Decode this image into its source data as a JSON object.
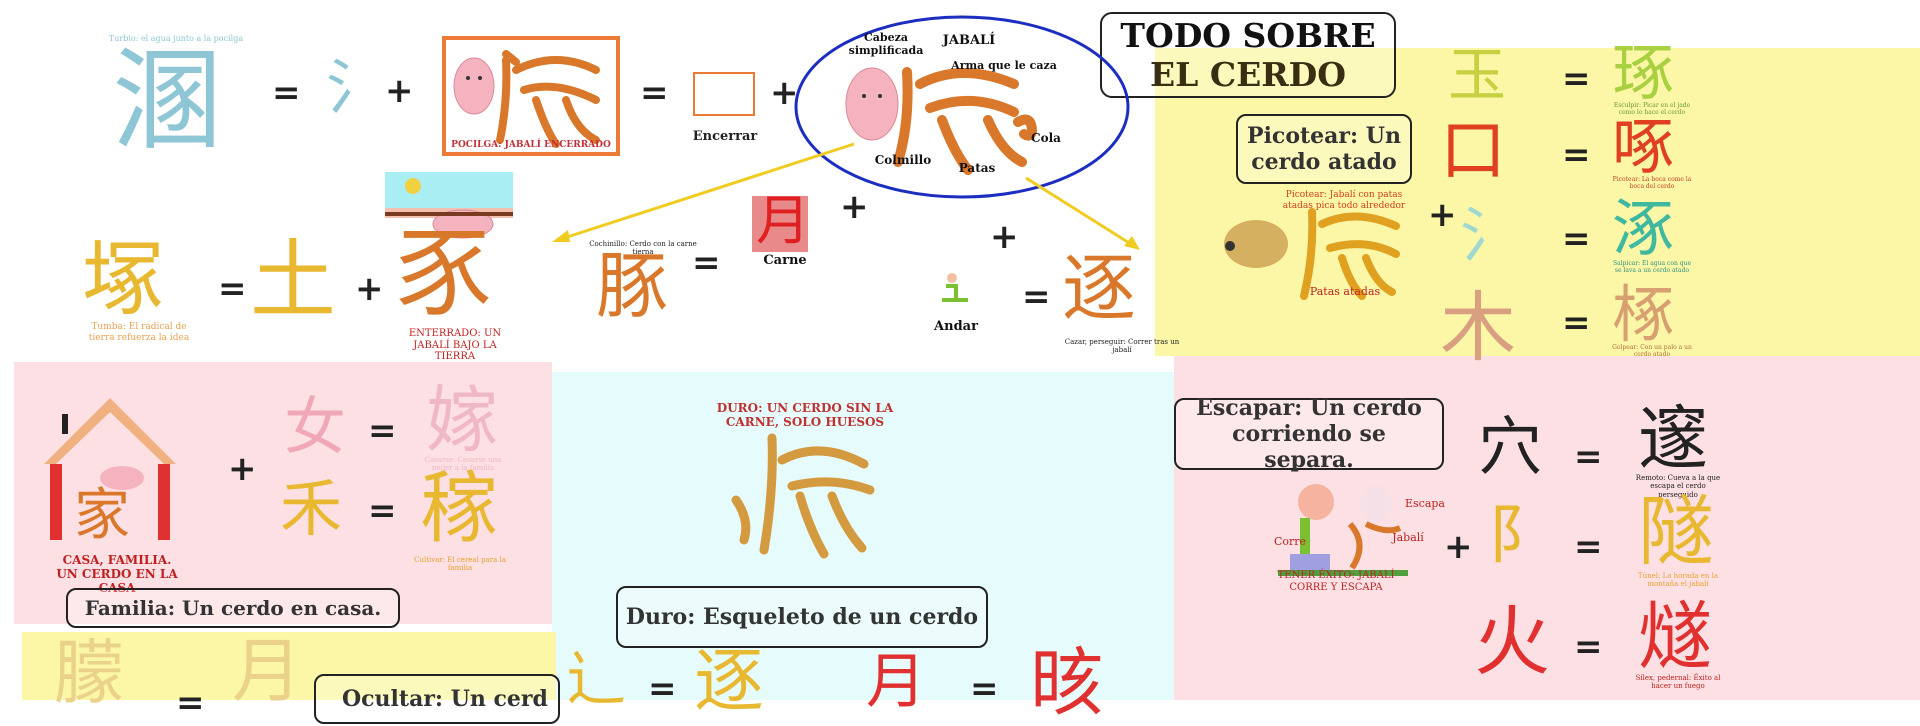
{
  "title": {
    "line1": "TODO SOBRE",
    "line2": "EL CERDO"
  },
  "ops": {
    "eq": "=",
    "plus": "+"
  },
  "top": {
    "main_char": "溷",
    "main_caption": "Turbio: el agua junto a la pocilga",
    "water_radical": "氵",
    "pocilga_label": "POCILGA: JABALÍ ENCERRADO",
    "encerrar_label": "Encerrar",
    "pig_labels": {
      "cabeza": "Cabeza simplificada",
      "jabali": "JABALÍ",
      "arma": "Arma que le caza",
      "colmillo": "Colmillo",
      "patas": "Patas",
      "cola": "Cola"
    }
  },
  "row2": {
    "tomb_char": "塚",
    "tomb_caption": "Tumba: El radical de tierra refuerza la idea",
    "earth_char": "土",
    "buried_char": "豕",
    "buried_caption": "ENTERRADO: UN JABALÍ BAJO LA TIERRA",
    "piglet_char": "豚",
    "piglet_caption": "Cochinillo: Cerdo con la carne tierna",
    "meat_char": "月",
    "meat_label": "Carne",
    "walk_label": "Andar",
    "chase_char": "逐",
    "chase_caption": "Cazar, perseguir: Correr tras un jabalí"
  },
  "peck": {
    "box_text": "Picotear: Un cerdo atado",
    "pig_caption": "Picotear: Jabalí con patas atadas pica todo alrededor",
    "tied_label": "Patas atadas",
    "rows": [
      {
        "left": "玉",
        "right": "琢",
        "cap": "Esculpir: Picar en el jade como lo hace el cerdo"
      },
      {
        "left": "口",
        "right": "啄",
        "cap": "Picotear: La boca come la boca del cerdo"
      },
      {
        "left": "氵",
        "right": "涿",
        "cap": "Salpicar: El agua con que se lava a un cerdo atado"
      },
      {
        "left": "木",
        "right": "椓",
        "cap": "Golpear: Con un palo a un cerdo atado"
      }
    ]
  },
  "family": {
    "house_caption": "CASA, FAMILIA. UN CERDO EN LA CASA",
    "pig_char": "家",
    "box_text": "Familia: Un cerdo en casa.",
    "rows": [
      {
        "left": "女",
        "right": "嫁",
        "cap": "Casarse: Casarse una mujer a la familia"
      },
      {
        "left": "禾",
        "right": "稼",
        "cap": "Cultivar: El cereal para la familia"
      }
    ]
  },
  "hard": {
    "caption": "DURO: UN CERDO SIN LA CARNE, SOLO HUESOS",
    "box_text": "Duro: Esqueleto de un cerdo"
  },
  "escape": {
    "box_text": "Escapar: Un cerdo corriendo se separa.",
    "labels": {
      "escapa": "Escapa",
      "corre": "Corre",
      "jabali": "Jabalí"
    },
    "success_caption": "TENER ÉXITO: JABALÍ CORRE Y ESCAPA",
    "rows": [
      {
        "left": "穴",
        "right": "邃",
        "cap": "Remoto: Cueva a la que escapa el cerdo perseguido"
      },
      {
        "left": "阝",
        "right": "隧",
        "cap": "Túnel: Lo horada en la montaña el jabalí"
      },
      {
        "left": "火",
        "right": "燧",
        "cap": "Sílex, pedernal: Éxito al hacer un fuego"
      }
    ]
  },
  "bottom": {
    "left_char": "朦",
    "moon_char": "月",
    "box_text": "Ocultar: Un cerd",
    "mid_left": "辶",
    "mid_char": "逐",
    "meat_char": "月",
    "result_char": "晐"
  },
  "colors": {
    "blue": "#8ec6d6",
    "orange": "#d9782a",
    "gold": "#e8b830",
    "red": "#e03030",
    "yellow_panel": "#fbf7a6",
    "pink_panel": "#fde0e3",
    "cyan_panel": "#e6fbfb",
    "pig": "#f5b3c0"
  }
}
